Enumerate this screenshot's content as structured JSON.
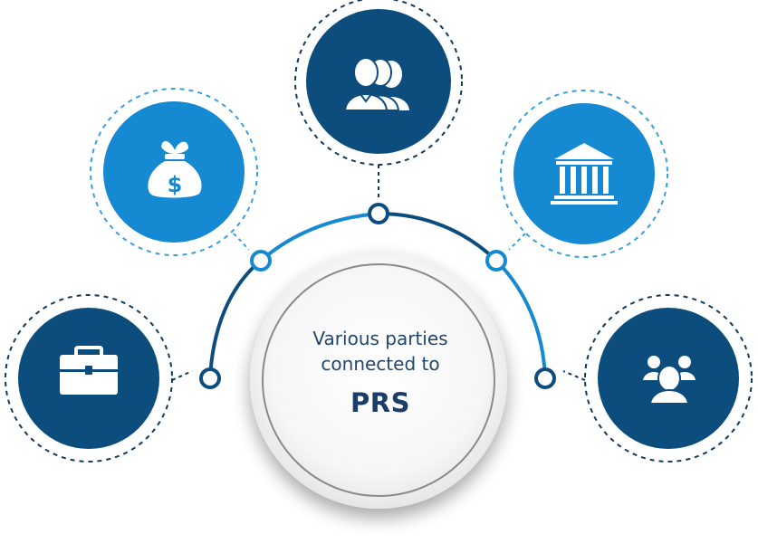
{
  "center": {
    "line1": "Various parties",
    "line2": "connected to",
    "strong": "PRS"
  },
  "nodes": [
    {
      "id": "business",
      "icon": "briefcase-icon",
      "fill": "#0d4d7e"
    },
    {
      "id": "funding",
      "icon": "money-bag-icon",
      "fill": "#1589d1"
    },
    {
      "id": "group",
      "icon": "people-group-icon",
      "fill": "#0d4d7e"
    },
    {
      "id": "bank",
      "icon": "bank-icon",
      "fill": "#1589d1"
    },
    {
      "id": "community",
      "icon": "people-icon",
      "fill": "#0d4d7e"
    }
  ],
  "colors": {
    "dark_blue": "#0d4d7e",
    "light_blue": "#1589d1",
    "dashed_dark": "#123a5e",
    "dashed_light": "#3a9fdc"
  }
}
